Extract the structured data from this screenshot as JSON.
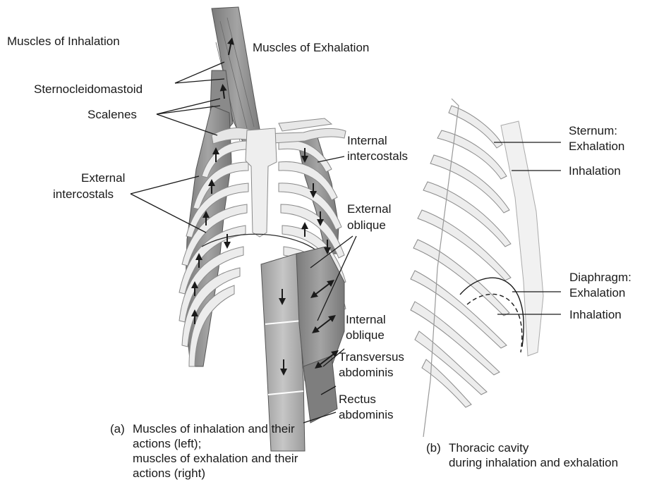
{
  "labels": {
    "muscles_inhalation": "Muscles of Inhalation",
    "muscles_exhalation": "Muscles of Exhalation",
    "sternocleidomastoid": "Sternocleidomastoid",
    "scalenes": "Scalenes",
    "external_intercostals_1": "External",
    "external_intercostals_2": "intercostals",
    "internal_intercostals_1": "Internal",
    "internal_intercostals_2": "intercostals",
    "external_oblique_1": "External",
    "external_oblique_2": "oblique",
    "internal_oblique_1": "Internal",
    "internal_oblique_2": "oblique",
    "transversus_1": "Transversus",
    "transversus_2": "abdominis",
    "rectus_1": "Rectus",
    "rectus_2": "abdominis",
    "sternum_1": "Sternum:",
    "sternum_2": "Exhalation",
    "sternum_inhalation": "Inhalation",
    "diaphragm_1": "Diaphragm:",
    "diaphragm_2": "Exhalation",
    "diaphragm_inhalation": "Inhalation"
  },
  "captions": {
    "a_tag": "(a)",
    "a_line1": "Muscles of inhalation and their",
    "a_line2": "actions (left);",
    "a_line3": "muscles of exhalation and their",
    "a_line4": "actions (right)",
    "b_tag": "(b)",
    "b_line1": "Thoracic cavity",
    "b_line2": "during inhalation and exhalation"
  },
  "colors": {
    "bone": "#ececec",
    "bone_outline": "#8a8a8a",
    "muscle": "#8c8c8c",
    "muscle_dark": "#5a5a5a",
    "arrow": "#1a1a1a",
    "line": "#1a1a1a"
  }
}
